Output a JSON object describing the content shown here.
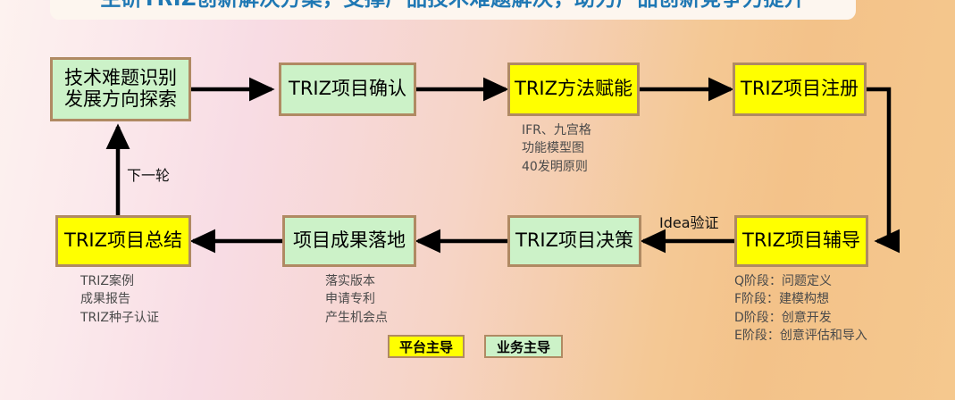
{
  "title": {
    "text": "主研TRIZ创新解决方案，支撑产品技术难题解决，助力产品创新竞争力提升",
    "color": "#1f78b4",
    "banner_bg": "#fdf6ef"
  },
  "palette": {
    "platform_led_fill": "#ffff00",
    "business_led_fill": "#ccf2c8",
    "node_border": "#b08a63",
    "connector": "#000000",
    "note_text": "#4a4a4a",
    "background_left": "#fdf2ef",
    "background_right": "#f3c289"
  },
  "nodes": [
    {
      "id": "n1",
      "label": "技术难题识别\n发展方向探索",
      "fill": "green",
      "owner": "业务主导"
    },
    {
      "id": "n2",
      "label": "TRIZ项目确认",
      "fill": "green",
      "owner": "业务主导"
    },
    {
      "id": "n3",
      "label": "TRIZ方法赋能",
      "fill": "yellow",
      "owner": "平台主导"
    },
    {
      "id": "n4",
      "label": "TRIZ项目注册",
      "fill": "yellow",
      "owner": "平台主导"
    },
    {
      "id": "n5",
      "label": "TRIZ项目辅导",
      "fill": "yellow",
      "owner": "平台主导"
    },
    {
      "id": "n6",
      "label": "TRIZ项目决策",
      "fill": "green",
      "owner": "业务主导"
    },
    {
      "id": "n7",
      "label": "项目成果落地",
      "fill": "green",
      "owner": "业务主导"
    },
    {
      "id": "n8",
      "label": "TRIZ项目总结",
      "fill": "yellow",
      "owner": "平台主导"
    }
  ],
  "notes": {
    "method_enablement": "IFR、九宫格\n功能模型图\n40发明原则",
    "coaching_stages": "Q阶段：问题定义\nF阶段：建模构想\nD阶段：创意开发\nE阶段：创意评估和导入",
    "landing_results": "落实版本\n申请专利\n产生机会点",
    "summary_outputs": "TRIZ案例\n成果报告\nTRIZ种子认证"
  },
  "edge_labels": {
    "idea_validation": "Idea验证",
    "next_round": "下一轮"
  },
  "legend": [
    {
      "label": "平台主导",
      "fill": "yellow"
    },
    {
      "label": "业务主导",
      "fill": "green"
    }
  ]
}
